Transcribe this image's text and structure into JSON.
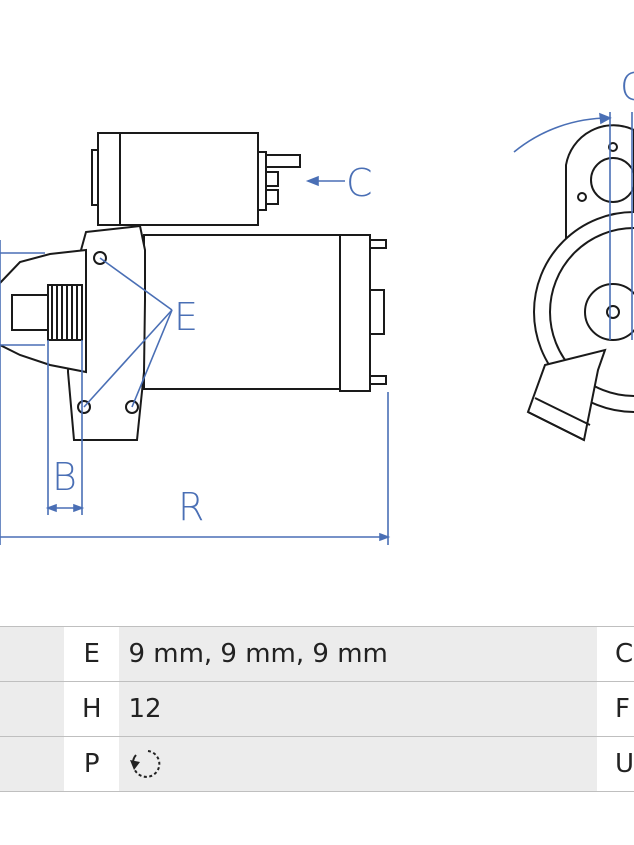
{
  "diagram": {
    "labels": {
      "c": "C",
      "e": "E",
      "b": "B",
      "r": "R",
      "c_right": "C"
    },
    "colors": {
      "dimension": "#4a6fb5",
      "outline": "#1a1a1a",
      "table_shade": "#ececec"
    }
  },
  "table": {
    "rows": [
      {
        "key": "E",
        "value": "9 mm, 9 mm, 9 mm",
        "right": "C"
      },
      {
        "key": "H",
        "value": "12",
        "right": "F"
      },
      {
        "key": "P",
        "value": "",
        "icon": "rotation-counterclockwise-icon",
        "right": "U"
      }
    ]
  }
}
